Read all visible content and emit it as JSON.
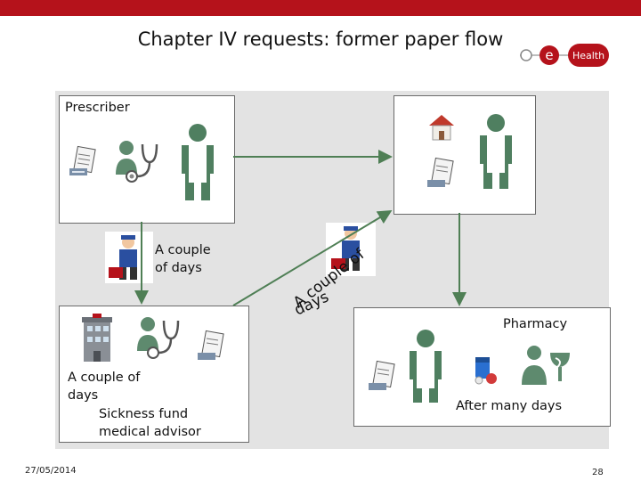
{
  "header": {
    "title": "Chapter IV requests: former paper flow",
    "brand_color": "#b5121b",
    "logo_text": "Health",
    "logo_letter": "e"
  },
  "diagram": {
    "prescriber_label": "Prescriber",
    "pharmacy_label": "Pharmacy",
    "sickness_fund_label": "Sickness fund\nmedical advisor",
    "delay_prescriber_to_fund": "A couple\nof days",
    "delay_fund_to_doctor": "A couple of days",
    "delay_in_fund": "A couple of\ndays",
    "delay_to_pharmacy": "After many days",
    "flow_arrow_color": "#4f7f55",
    "icons": [
      "form-icon",
      "stethoscope-icon",
      "doctor-icon",
      "house-icon",
      "mailman-icon",
      "building-icon",
      "pills-icon",
      "pharmacist-icon"
    ]
  },
  "footer": {
    "date": "27/05/2014",
    "page_number": "28"
  }
}
